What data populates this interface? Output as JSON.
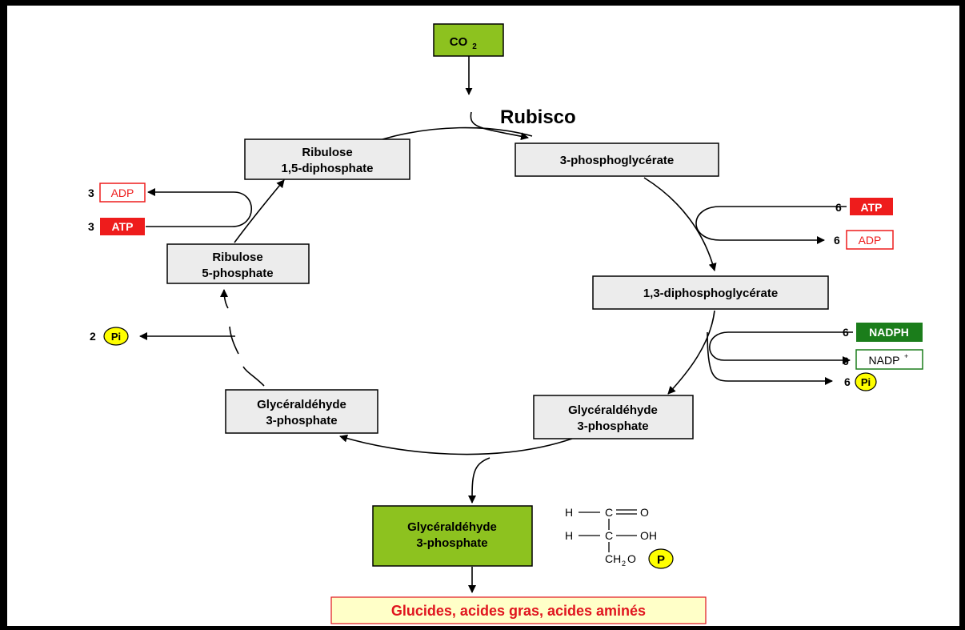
{
  "diagram": {
    "co2": {
      "main": "CO",
      "sub": "2"
    },
    "enzyme": "Rubisco",
    "nodes": {
      "pga": "3-phosphoglycérate",
      "bpg": "1,3-diphosphoglycérate",
      "g3p_right": {
        "line1": "Glycéraldéhyde",
        "line2": "3-phosphate"
      },
      "g3p_left": {
        "line1": "Glycéraldéhyde",
        "line2": "3-phosphate"
      },
      "ru5p": {
        "line1": "Ribulose",
        "line2": "5-phosphate"
      },
      "rubp": {
        "line1": "Ribulose",
        "line2": "1,5-diphosphate"
      },
      "g3p_out": {
        "line1": "Glycéraldéhyde",
        "line2": "3-phosphate"
      }
    },
    "output": "Glucides, acides gras, acides aminés",
    "cofactors": {
      "right_atp": {
        "coef": "6",
        "label": "ATP"
      },
      "right_adp": {
        "coef": "6",
        "label": "ADP"
      },
      "nadph": {
        "coef": "6",
        "label": "NADPH"
      },
      "nadp": {
        "coef": "6",
        "label": "NADP",
        "sup": "+"
      },
      "right_pi": {
        "coef": "6",
        "label": "Pi"
      },
      "left_adp": {
        "coef": "3",
        "label": "ADP"
      },
      "left_atp": {
        "coef": "3",
        "label": "ATP"
      },
      "left_pi": {
        "coef": "2",
        "label": "Pi"
      }
    },
    "structure": {
      "h1": "H",
      "c1": "C",
      "o1": "O",
      "h2": "H",
      "c2": "C",
      "oh": "OH",
      "ch2o": "CH",
      "ch2o_sub": "2",
      "ch2o_o": "O",
      "p": "P"
    }
  },
  "colors": {
    "green_light": "#8dc21f",
    "green_dark": "#1b7d1b",
    "red": "#ee1c1c",
    "yellow": "#ffff00",
    "gray_box": "#ececec",
    "output_bg": "#ffffc8",
    "output_text": "#e0141e"
  }
}
